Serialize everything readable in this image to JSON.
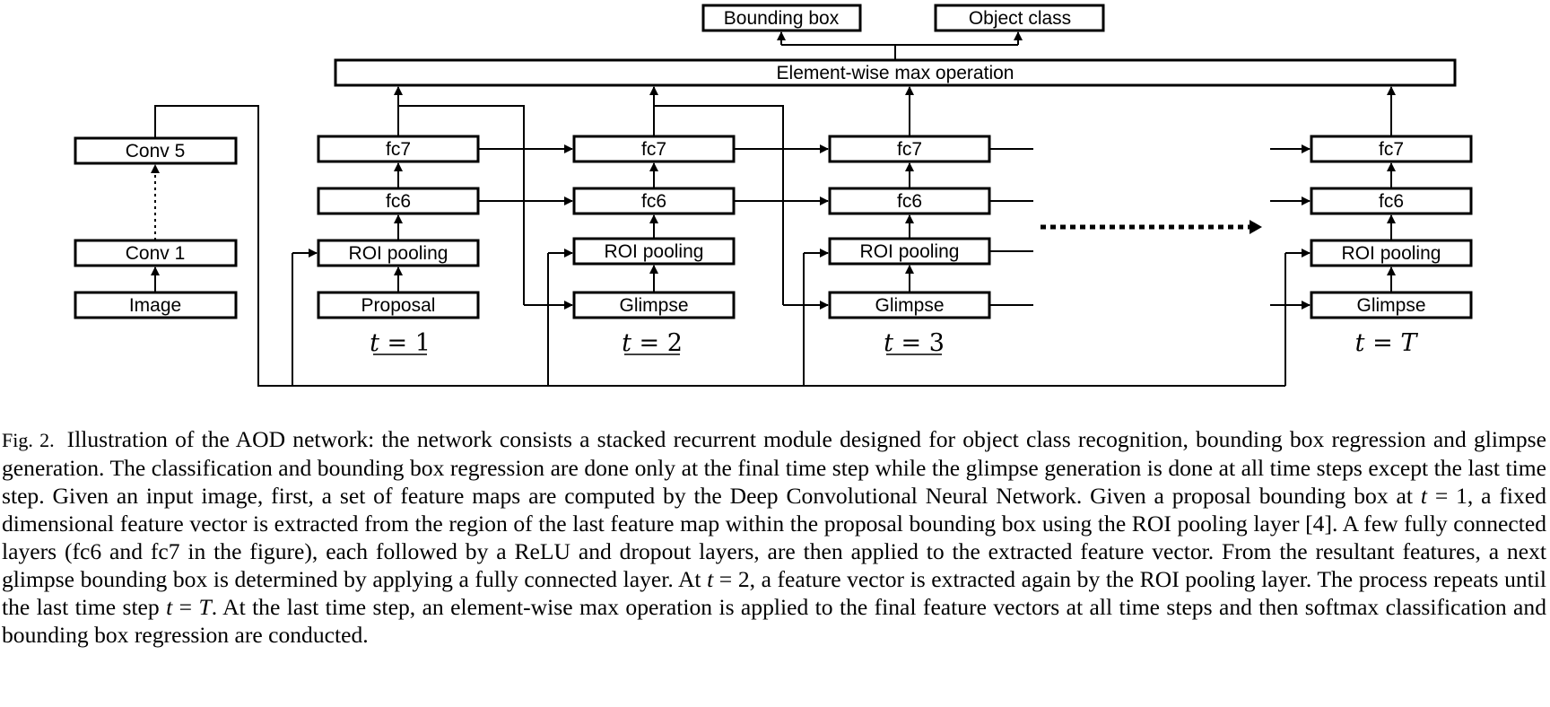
{
  "figure": {
    "top_boxes": {
      "bounding_box": "Bounding box",
      "object_class": "Object class",
      "max_op": "Element-wise max operation"
    },
    "backbone": {
      "conv5": "Conv 5",
      "conv1": "Conv 1",
      "image": "Image"
    },
    "columns": [
      {
        "fc7": "fc7",
        "fc6": "fc6",
        "roi": "ROI pooling",
        "bottom": "Proposal",
        "t_prefix": "t",
        "t_eq": " = ",
        "t_val": "1"
      },
      {
        "fc7": "fc7",
        "fc6": "fc6",
        "roi": "ROI pooling",
        "bottom": "Glimpse",
        "t_prefix": "t",
        "t_eq": " = ",
        "t_val": "2"
      },
      {
        "fc7": "fc7",
        "fc6": "fc6",
        "roi": "ROI pooling",
        "bottom": "Glimpse",
        "t_prefix": "t",
        "t_eq": " = ",
        "t_val": "3"
      },
      {
        "fc7": "fc7",
        "fc6": "fc6",
        "roi": "ROI pooling",
        "bottom": "Glimpse",
        "t_prefix": "t",
        "t_eq": " = ",
        "t_val": "T"
      }
    ]
  },
  "caption": {
    "label": "Fig. 2.",
    "seg1": "Illustration of the AOD network: the network consists a stacked recurrent module designed for object class recognition, bounding box regression and glimpse generation. The classification and bounding box regression are done only at the final time step while the glimpse generation is done at all time steps except the last time step. Given an input image, first, a set of feature maps are computed by the Deep Convolutional Neural Network. Given a proposal bounding box at ",
    "math1_var": "t",
    "math1_rest": " = 1",
    "seg2": ", a fixed dimensional feature vector is extracted from the region of the last feature map within the proposal bounding box using the ROI pooling layer [4]. A few fully connected layers (fc6 and fc7 in the figure), each followed by a ReLU and dropout layers, are then applied to the extracted feature vector. From the resultant features, a next glimpse bounding box is determined by applying a fully connected layer. At ",
    "math2_var": "t",
    "math2_rest": " = 2",
    "seg3": ", a feature vector is extracted again by the ROI pooling layer. The process repeats until the last time step ",
    "math3_var": "t",
    "math3_eq": " = ",
    "math3_val": "T",
    "seg4": ". At the last time step, an element-wise max operation is applied to the final feature vectors at all time steps and then softmax classification and bounding box regression are conducted."
  }
}
